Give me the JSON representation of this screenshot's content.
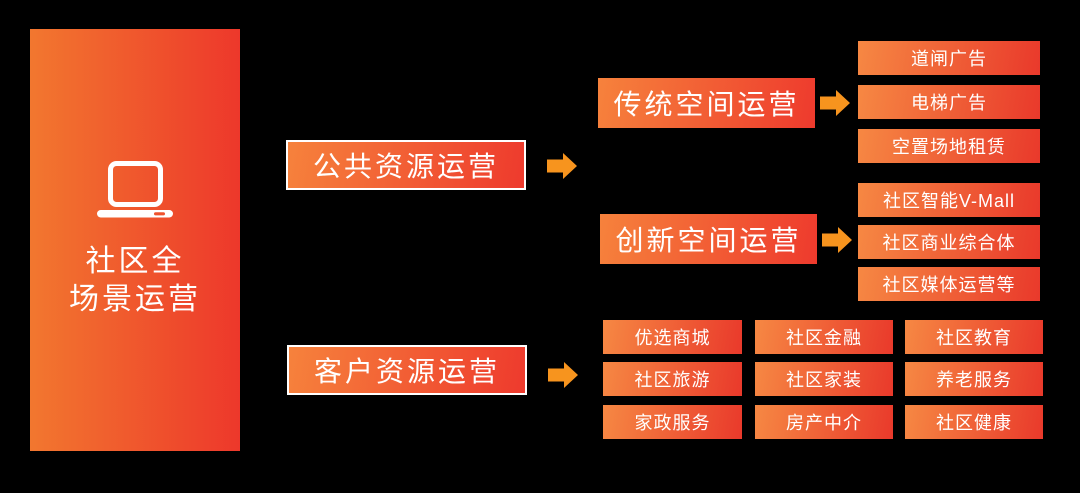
{
  "colors": {
    "background": "#000000",
    "gradient_orange": "#F6823C",
    "gradient_red": "#EE3A2D",
    "root_gradient_left": "#F2772F",
    "root_gradient_right": "#ED382B",
    "arrow": "#F7941E",
    "text": "#FFFFFF"
  },
  "root": {
    "icon": "laptop-icon",
    "title_line1": "社区全",
    "title_line2": "场景运营"
  },
  "level1": [
    {
      "label": "公共资源运营"
    },
    {
      "label": "客户资源运营"
    }
  ],
  "level2": [
    {
      "label": "传统空间运营",
      "items": [
        "道闸广告",
        "电梯广告",
        "空置场地租赁"
      ]
    },
    {
      "label": "创新空间运营",
      "items": [
        "社区智能V-Mall",
        "社区商业综合体",
        "社区媒体运营等"
      ]
    }
  ],
  "customer_grid": {
    "rows": [
      [
        "优选商城",
        "社区金融",
        "社区教育"
      ],
      [
        "社区旅游",
        "社区家装",
        "养老服务"
      ],
      [
        "家政服务",
        "房产中介",
        "社区健康"
      ]
    ]
  }
}
